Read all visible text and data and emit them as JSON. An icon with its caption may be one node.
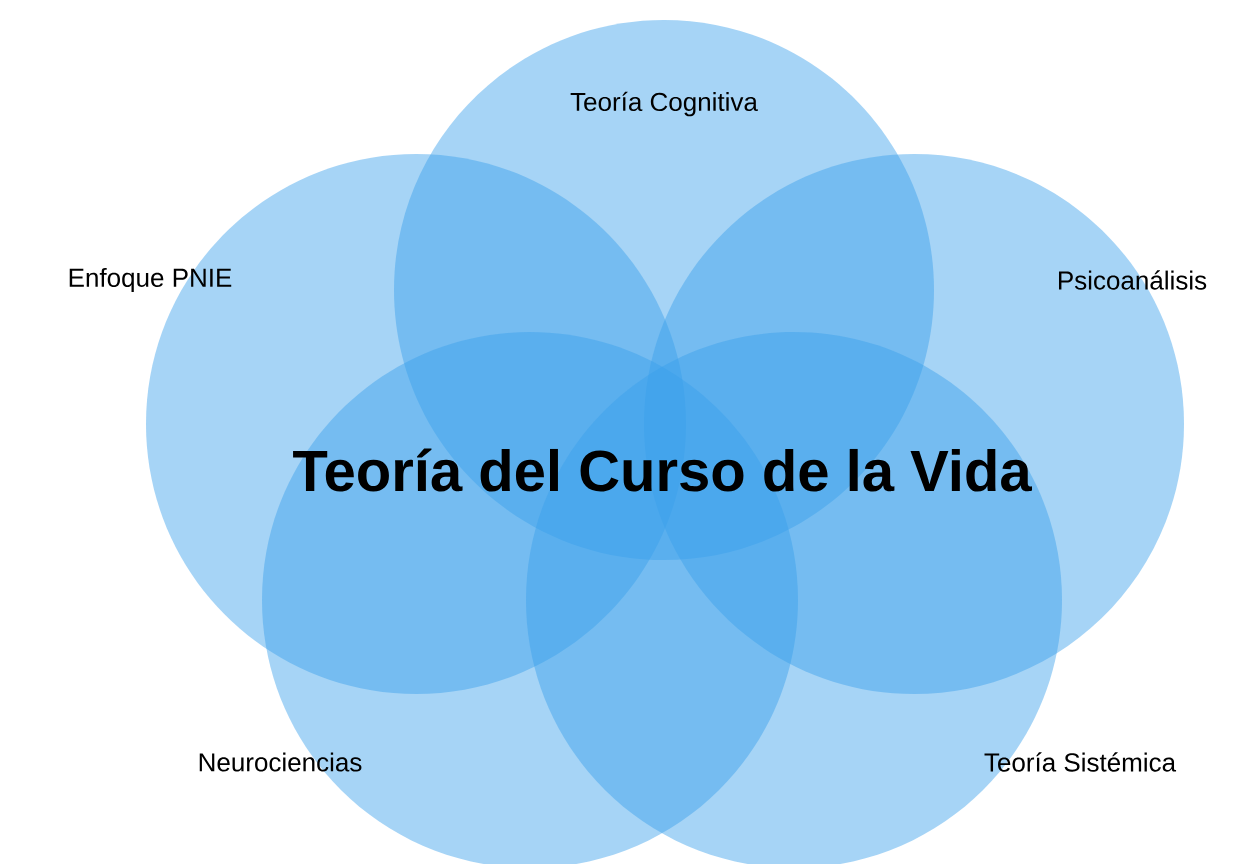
{
  "diagram": {
    "title": "Teoría del Curso de la Vida",
    "nodes": [
      {
        "text": [
          "Teoría Cognitiva"
        ]
      },
      {
        "text": [
          "Enfoque PNIE"
        ]
      },
      {
        "text": [
          "Psicoanálisis"
        ]
      },
      {
        "text": [
          "Neurociencias"
        ]
      },
      {
        "text": [
          "Teoría Sistémica"
        ]
      }
    ]
  }
}
